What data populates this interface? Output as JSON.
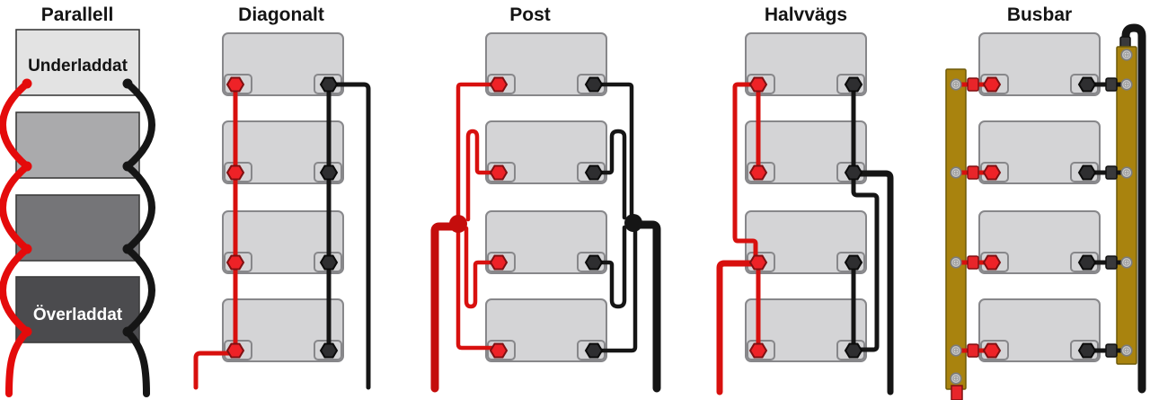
{
  "columns": [
    {
      "title": "Parallell",
      "type": "parallel-wiring",
      "battery_count": 4,
      "labels": {
        "top_battery": "Underladdat",
        "bottom_battery": "Överladdat"
      }
    },
    {
      "title": "Diagonalt",
      "type": "diagonal-wiring",
      "battery_count": 4
    },
    {
      "title": "Post",
      "type": "common-post-wiring",
      "battery_count": 4
    },
    {
      "title": "Halvvägs",
      "type": "halfway-wiring",
      "battery_count": 4
    },
    {
      "title": "Busbar",
      "type": "busbar-wiring",
      "battery_count": 4
    }
  ],
  "colors": {
    "background": "#ffffff",
    "positive_wire": "#d8100e",
    "positive_terminal": "#ee2227",
    "negative_wire": "#151515",
    "negative_terminal": "#2e2e30",
    "battery_fill": "#d4d4d6",
    "battery_border": "#87878a",
    "busbar": "#a9830e",
    "parallel_battery_shades": [
      "#e3e3e3",
      "#aaaaac",
      "#757578",
      "#4b4b4e"
    ]
  },
  "icons": {
    "positive_terminal": "red-hex-nut-icon",
    "negative_terminal": "black-hex-nut-icon",
    "busbar_screw": "screw-head-icon",
    "junction": "post-junction-dot"
  }
}
